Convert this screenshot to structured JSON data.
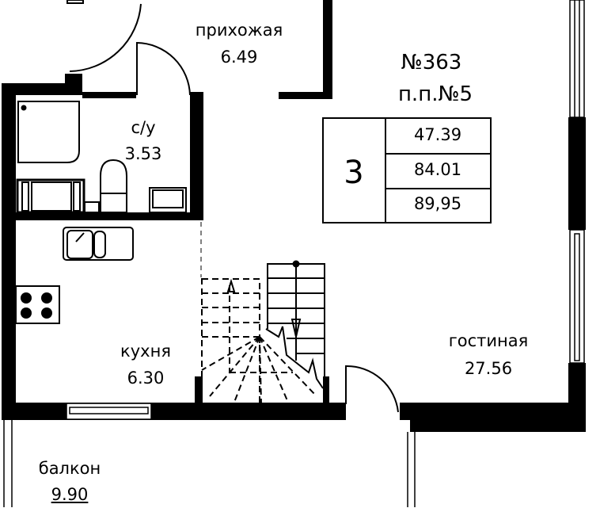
{
  "apartment": {
    "number": "№363",
    "building": "п.п.№5",
    "rooms_count": "3",
    "areas": [
      "47.39",
      "84.01",
      "89,95"
    ]
  },
  "rooms": {
    "hallway": {
      "name": "прихожая",
      "area": "6.49"
    },
    "bathroom": {
      "name": "с/у",
      "area": "3.53"
    },
    "kitchen": {
      "name": "кухня",
      "area": "6.30"
    },
    "living": {
      "name": "гостиная",
      "area": "27.56"
    },
    "balcony": {
      "name": "балкон",
      "area": "9.90"
    }
  },
  "colors": {
    "wall": "#000000",
    "background": "#ffffff"
  }
}
